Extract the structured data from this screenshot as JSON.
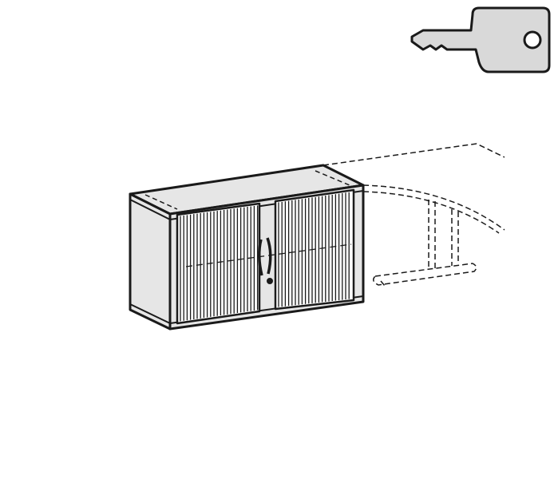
{
  "figure": {
    "subject": "tambour-door-cabinet",
    "colors": {
      "fill": "#e6e6e6",
      "stroke": "#1a1a1a",
      "key": "#d9d9d9"
    },
    "icons": [
      "key-icon",
      "cabinet-drawing",
      "desk-outline"
    ]
  }
}
